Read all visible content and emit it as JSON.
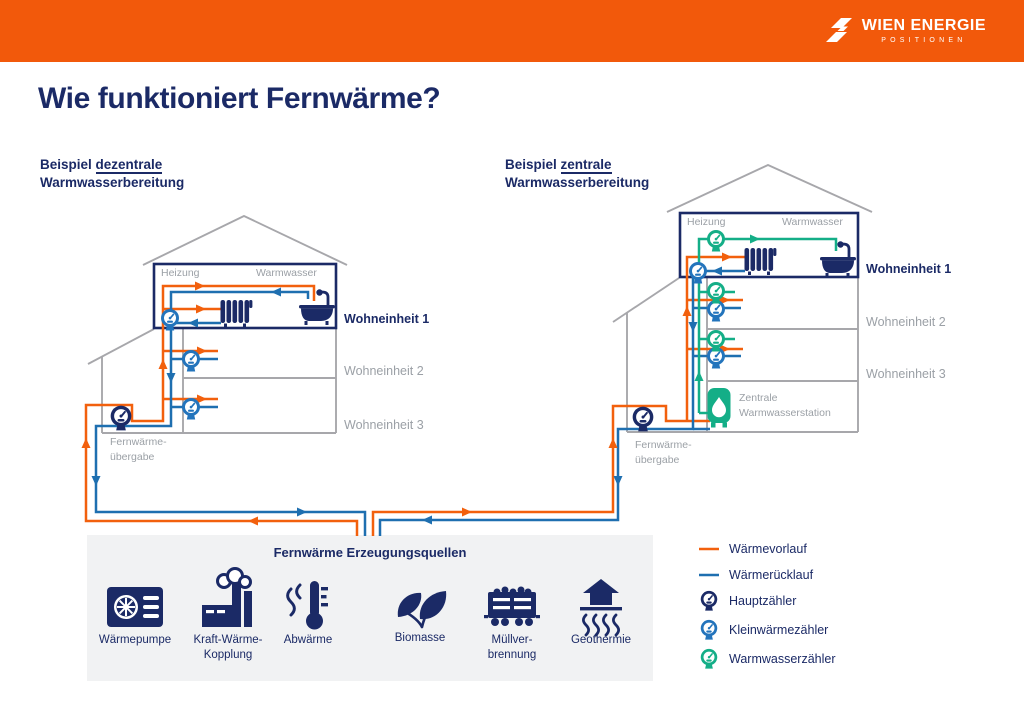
{
  "colors": {
    "brand_orange": "#F2590B",
    "pipe_supply_orange": "#F2600D",
    "pipe_return_blue": "#1E6FB0",
    "pipe_warmwater_green": "#14AE87",
    "navy": "#1B2A66",
    "meter_blue": "#2374BC",
    "outline_gray": "#A7A7AB",
    "text_gray": "#9BA0A6",
    "panel_bg": "#F1F2F3"
  },
  "header": {
    "brand": "WIEN ENERGIE",
    "brand_sub": "POSITIONEN"
  },
  "title": "Wie funktioniert Fernwärme?",
  "examples": {
    "left": {
      "prefix": "Beispiel ",
      "highlight": "dezentrale",
      "line2": "Warmwasserbereitung"
    },
    "right": {
      "prefix": "Beispiel ",
      "highlight": "zentrale",
      "line2": "Warmwasserbereitung"
    }
  },
  "building": {
    "heizung": "Heizung",
    "warmwasser": "Warmwasser",
    "unit1": "Wohneinheit 1",
    "unit2": "Wohneinheit 2",
    "unit3": "Wohneinheit 3",
    "transfer_line1": "Fernwärme-",
    "transfer_line2": "übergabe",
    "station_line1": "Zentrale",
    "station_line2": "Warmwasserstation"
  },
  "sources": {
    "title": "Fernwärme Erzeugungsquellen",
    "items": [
      {
        "label": "Wärmepumpe",
        "icon": "heat-pump-icon"
      },
      {
        "label": "Kraft-Wärme-\nKopplung",
        "icon": "chp-plant-icon"
      },
      {
        "label": "Abwärme",
        "icon": "waste-heat-icon"
      },
      {
        "label": "Biomasse",
        "icon": "biomass-icon"
      },
      {
        "label": "Müllver-\nbrennung",
        "icon": "waste-incineration-icon"
      },
      {
        "label": "Geothermie",
        "icon": "geothermal-icon"
      }
    ]
  },
  "legend": {
    "items": [
      {
        "label": "Wärmevorlauf",
        "type": "line",
        "color": "#F2600D"
      },
      {
        "label": "Wärmerücklauf",
        "type": "line",
        "color": "#1E6FB0"
      },
      {
        "label": "Hauptzähler",
        "type": "meter",
        "color": "#1B2A66"
      },
      {
        "label": "Kleinwärmezähler",
        "type": "meter",
        "color": "#2374BC"
      },
      {
        "label": "Warmwasserzähler",
        "type": "meter",
        "color": "#14AE87"
      }
    ]
  }
}
